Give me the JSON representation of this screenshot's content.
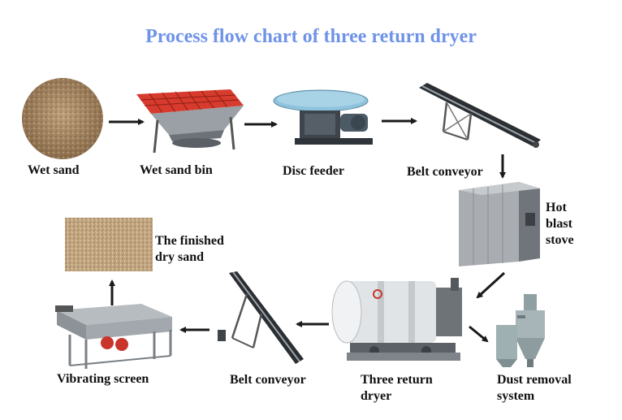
{
  "title": "Process flow chart of three return dryer",
  "nodes": {
    "wet_sand": "Wet sand",
    "wet_sand_bin": "Wet sand bin",
    "disc_feeder": "Disc feeder",
    "belt_conveyor_1": "Belt conveyor",
    "hot_blast_stove": [
      "Hot",
      "blast",
      "stove"
    ],
    "dust_removal": [
      "Dust removal",
      "system"
    ],
    "three_return_dryer": [
      "Three return",
      "dryer"
    ],
    "belt_conveyor_2": "Belt conveyor",
    "vibrating_screen": "Vibrating screen",
    "finished_dry_sand": [
      "The finished",
      "dry sand"
    ]
  },
  "colors": {
    "title": "#6f93e8",
    "arrow": "#1a1a1a",
    "sand": "#a88b66",
    "bin": "#d9342b",
    "machine": "#8d9499"
  }
}
